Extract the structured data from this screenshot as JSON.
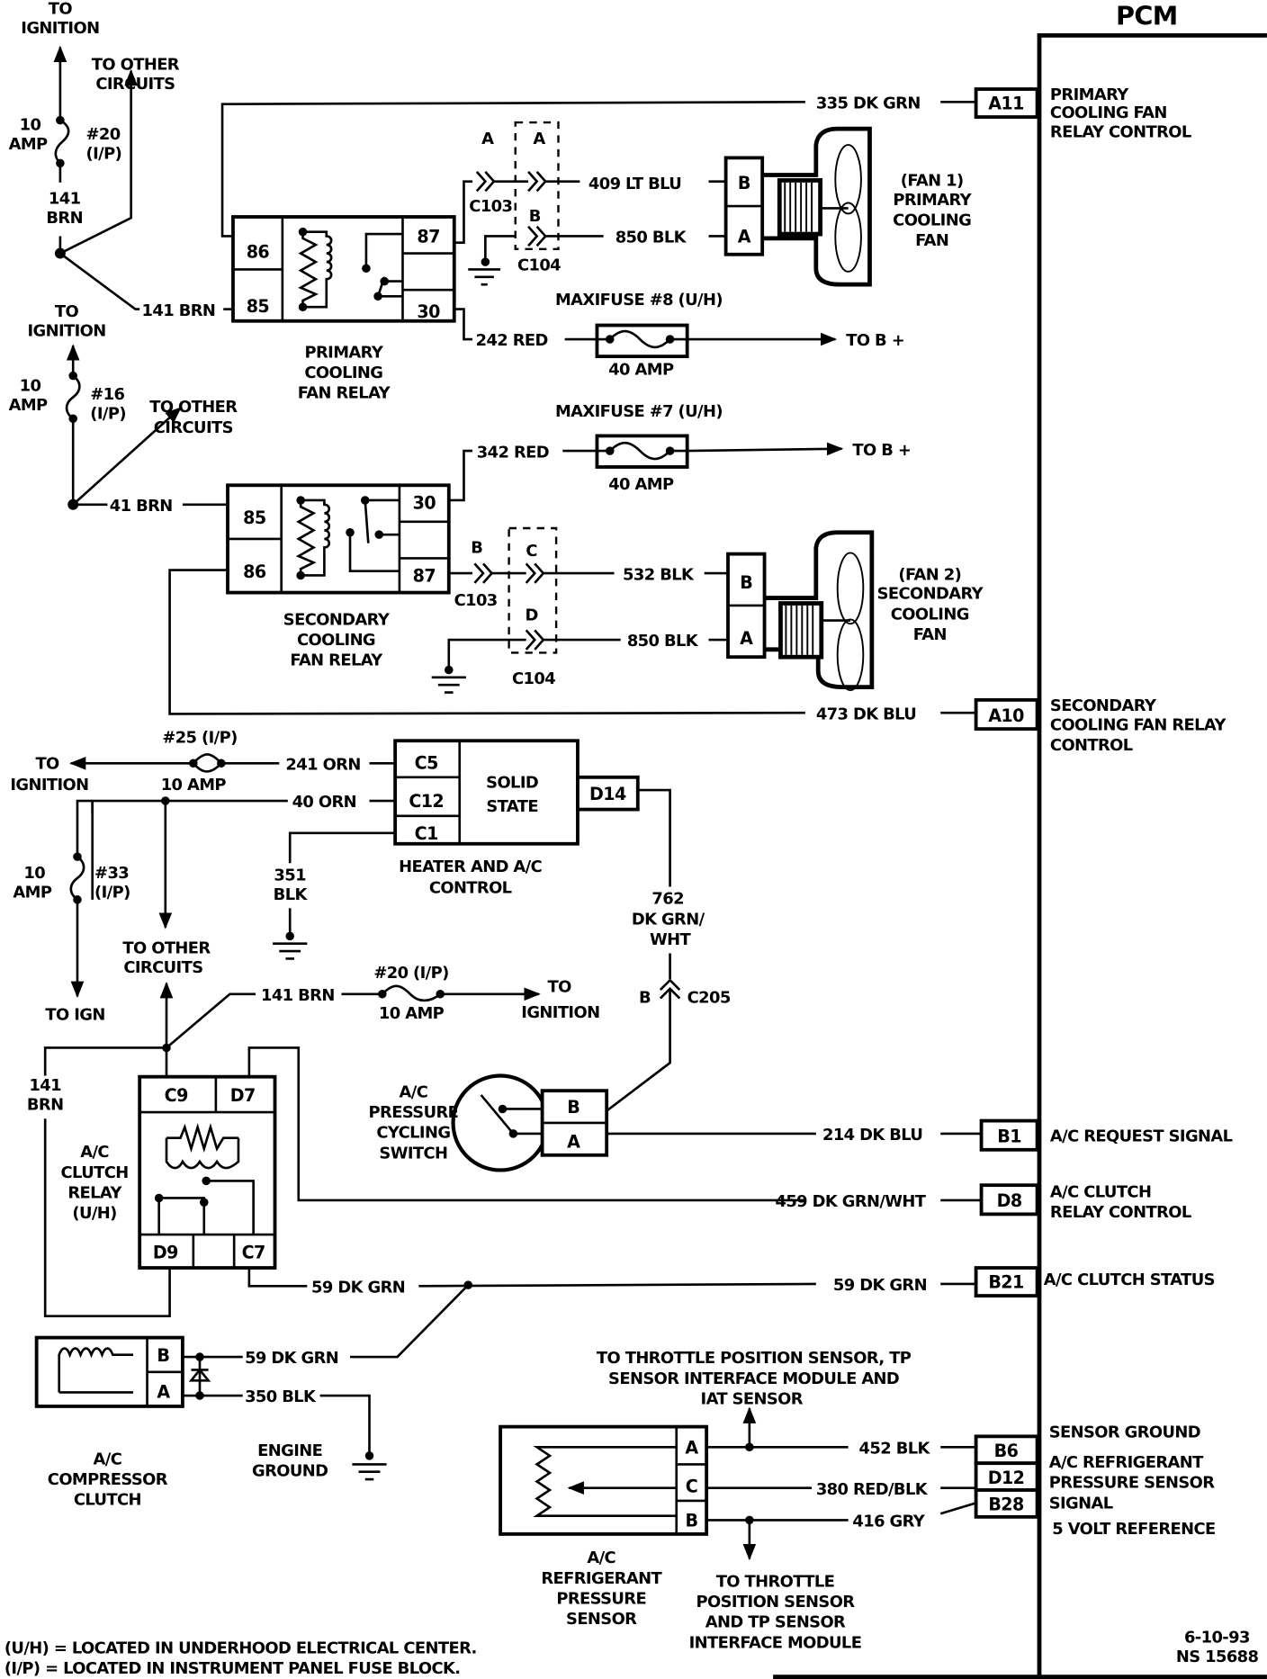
{
  "title": "PCM",
  "pcm_pins": [
    {
      "pin": "A11",
      "wire": "335 DK GRN",
      "desc": [
        "PRIMARY",
        "COOLING FAN",
        "RELAY CONTROL"
      ]
    },
    {
      "pin": "A10",
      "wire": "473 DK BLU",
      "desc": [
        "SECONDARY",
        "COOLING FAN RELAY",
        "CONTROL"
      ]
    },
    {
      "pin": "B1",
      "wire": "214 DK BLU",
      "desc": [
        "A/C REQUEST SIGNAL"
      ]
    },
    {
      "pin": "D8",
      "wire": "459 DK GRN/WHT",
      "desc": [
        "A/C CLUTCH",
        "RELAY CONTROL"
      ]
    },
    {
      "pin": "B21",
      "wire": "59 DK GRN",
      "desc": [
        "A/C CLUTCH STATUS"
      ]
    },
    {
      "pin": "B6",
      "wire": "452 BLK",
      "desc": [
        "SENSOR GROUND"
      ]
    },
    {
      "pin": "D12",
      "wire": "380 RED/BLK",
      "desc": [
        "A/C REFRIGERANT",
        "PRESSURE SENSOR",
        "SIGNAL"
      ]
    },
    {
      "pin": "B28",
      "wire": "416 GRY",
      "desc": [
        "5 VOLT REFERENCE"
      ]
    }
  ],
  "ignition_feed_1": {
    "to": [
      "TO",
      "IGNITION"
    ],
    "fuse_amp": [
      "10",
      "AMP"
    ],
    "fuse_id": [
      "#20",
      "(I/P)"
    ],
    "wire": [
      "141",
      "BRN"
    ],
    "other": [
      "TO OTHER",
      "CIRCUITS"
    ],
    "relay_wire": "141 BRN"
  },
  "ignition_feed_2": {
    "to": [
      "TO",
      "IGNITION"
    ],
    "fuse_amp": [
      "10",
      "AMP"
    ],
    "fuse_id": [
      "#16",
      "(I/P)"
    ],
    "other": [
      "TO OTHER",
      "CIRCUITS"
    ],
    "relay_wire": "41 BRN"
  },
  "primary_relay": {
    "pins": {
      "p86": "86",
      "p85": "85",
      "p87": "87",
      "p30": "30"
    },
    "label": [
      "PRIMARY",
      "COOLING",
      "FAN RELAY"
    ]
  },
  "secondary_relay": {
    "pins": {
      "p85": "85",
      "p86": "86",
      "p30": "30",
      "p87": "87"
    },
    "label": [
      "SECONDARY",
      "COOLING",
      "FAN RELAY"
    ]
  },
  "primary_fan_connectors": {
    "c103_pin": "A",
    "c104_pin_a": "A",
    "c104_pin_b": "B",
    "c103": "C103",
    "c104": "C104",
    "wire_b": "409 LT BLU",
    "wire_a": "850 BLK",
    "fan_pin_b": "B",
    "fan_pin_a": "A",
    "fan_label": [
      "(FAN 1)",
      "PRIMARY",
      "COOLING",
      "FAN"
    ]
  },
  "secondary_fan_connectors": {
    "c103_pin": "B",
    "c104_pin_c": "C",
    "c104_pin_d": "D",
    "c103": "C103",
    "c104": "C104",
    "wire_b": "532 BLK",
    "wire_a": "850 BLK",
    "fan_pin_b": "B",
    "fan_pin_a": "A",
    "fan_label": [
      "(FAN 2)",
      "SECONDARY",
      "COOLING",
      "FAN"
    ]
  },
  "maxifuse_8": {
    "name": "MAXIFUSE #8 (U/H)",
    "amp": "40 AMP",
    "wire": "242 RED",
    "to": "TO B +"
  },
  "maxifuse_7": {
    "name": "MAXIFUSE #7 (U/H)",
    "amp": "40 AMP",
    "wire": "342 RED",
    "to": "TO B +"
  },
  "hvac": {
    "fuse_id": "#25 (I/P)",
    "fuse_amp": "10 AMP",
    "to_ign": [
      "TO",
      "IGNITION"
    ],
    "wire_c5": "241 ORN",
    "wire_c12": "40 ORN",
    "ground_wire": [
      "351",
      "BLK"
    ],
    "pins": {
      "c5": "C5",
      "c12": "C12",
      "c1": "C1",
      "d14": "D14"
    },
    "body": [
      "SOLID",
      "STATE"
    ],
    "label": [
      "HEATER AND A/C",
      "CONTROL"
    ],
    "out_wire": [
      "762",
      "DK GRN/",
      "WHT"
    ],
    "conn_pin": "B",
    "conn": "C205"
  },
  "fuse_33": {
    "amp": [
      "10",
      "AMP"
    ],
    "id": [
      "#33",
      "(I/P)"
    ],
    "to": "TO IGN",
    "other": [
      "TO OTHER",
      "CIRCUITS"
    ]
  },
  "fuse_20b": {
    "id": "#20 (I/P)",
    "amp": "10 AMP",
    "wire": "141 BRN",
    "to": [
      "TO",
      "IGNITION"
    ]
  },
  "clutch_relay": {
    "pins": {
      "c9": "C9",
      "d7": "D7",
      "d9": "D9",
      "c7": "C7"
    },
    "label": [
      "A/C",
      "CLUTCH",
      "RELAY",
      "(U/H)"
    ],
    "left_wire": [
      "141",
      "BRN"
    ],
    "c7_wire": "59 DK GRN"
  },
  "pressure_switch": {
    "label": [
      "A/C",
      "PRESSURE",
      "CYCLING",
      "SWITCH"
    ],
    "pin_b": "B",
    "pin_a": "A"
  },
  "compressor": {
    "pin_b": "B",
    "pin_a": "A",
    "wire_b": "59 DK GRN",
    "wire_a": "350 BLK",
    "label": [
      "A/C",
      "COMPRESSOR",
      "CLUTCH"
    ],
    "ground": [
      "ENGINE",
      "GROUND"
    ]
  },
  "refrigerant_sensor": {
    "pins": {
      "a": "A",
      "c": "C",
      "b": "B"
    },
    "label": [
      "A/C",
      "REFRIGERANT",
      "PRESSURE",
      "SENSOR"
    ],
    "to_top": [
      "TO THROTTLE POSITION SENSOR, TP",
      "SENSOR INTERFACE MODULE AND",
      "IAT SENSOR"
    ],
    "to_bottom": [
      "TO THROTTLE",
      "POSITION SENSOR",
      "AND TP SENSOR",
      "INTERFACE MODULE"
    ]
  },
  "legend": [
    "(U/H) =  LOCATED IN UNDERHOOD ELECTRICAL CENTER.",
    "(I/P)   =  LOCATED IN INSTRUMENT PANEL FUSE BLOCK."
  ],
  "footer": {
    "date": "6-10-93",
    "code": "NS 15688"
  }
}
